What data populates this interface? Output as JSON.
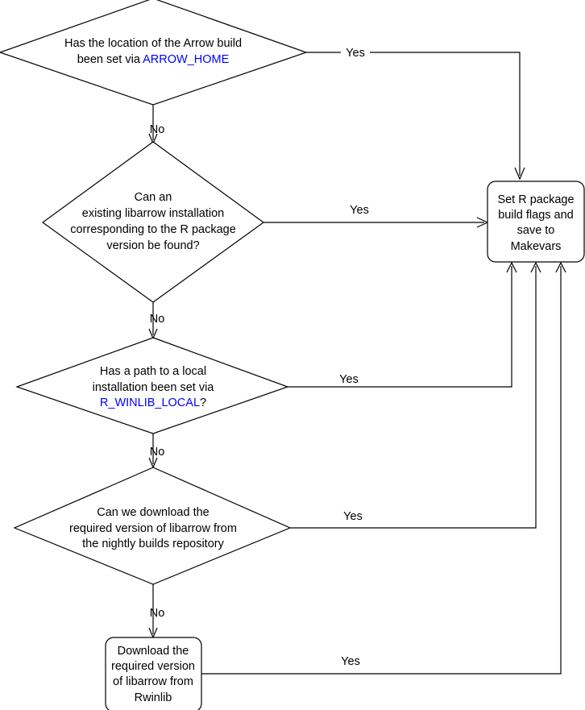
{
  "diagram": {
    "title": "Arrow R package libarrow build resolution flowchart",
    "type": "flowchart",
    "colors": {
      "stroke": "#000000",
      "fill": "#ffffff",
      "link_text": "#0000ff",
      "text": "#000000"
    },
    "nodes": [
      {
        "id": "d1",
        "shape": "diamond",
        "lines": [
          {
            "segments": [
              {
                "text": "Has the location of the Arrow build",
                "style": "plain"
              }
            ]
          },
          {
            "segments": [
              {
                "text": "been set via ",
                "style": "plain"
              },
              {
                "text": "ARROW_HOME",
                "style": "link"
              }
            ]
          }
        ]
      },
      {
        "id": "d2",
        "shape": "diamond",
        "lines": [
          {
            "segments": [
              {
                "text": "Can an",
                "style": "plain"
              }
            ]
          },
          {
            "segments": [
              {
                "text": "existing libarrow installation",
                "style": "plain"
              }
            ]
          },
          {
            "segments": [
              {
                "text": "corresponding to the R package",
                "style": "plain"
              }
            ]
          },
          {
            "segments": [
              {
                "text": "version be found?",
                "style": "plain"
              }
            ]
          }
        ]
      },
      {
        "id": "d3",
        "shape": "diamond",
        "lines": [
          {
            "segments": [
              {
                "text": "Has a path to a local",
                "style": "plain"
              }
            ]
          },
          {
            "segments": [
              {
                "text": "installation been set via",
                "style": "plain"
              }
            ]
          },
          {
            "segments": [
              {
                "text": "R_WINLIB_LOCAL",
                "style": "link"
              },
              {
                "text": "?",
                "style": "plain"
              }
            ]
          }
        ]
      },
      {
        "id": "d4",
        "shape": "diamond",
        "lines": [
          {
            "segments": [
              {
                "text": "Can we download the",
                "style": "plain"
              }
            ]
          },
          {
            "segments": [
              {
                "text": "required version of libarrow from",
                "style": "plain"
              }
            ]
          },
          {
            "segments": [
              {
                "text": "the nightly builds repository",
                "style": "plain"
              }
            ]
          }
        ]
      },
      {
        "id": "p1",
        "shape": "rounded-rect",
        "lines": [
          {
            "segments": [
              {
                "text": "Set R package",
                "style": "plain"
              }
            ]
          },
          {
            "segments": [
              {
                "text": "build flags and",
                "style": "plain"
              }
            ]
          },
          {
            "segments": [
              {
                "text": "save to",
                "style": "plain"
              }
            ]
          },
          {
            "segments": [
              {
                "text": "Makevars",
                "style": "plain"
              }
            ]
          }
        ]
      },
      {
        "id": "p2",
        "shape": "rounded-rect",
        "lines": [
          {
            "segments": [
              {
                "text": "Download the",
                "style": "plain"
              }
            ]
          },
          {
            "segments": [
              {
                "text": "required version",
                "style": "plain"
              }
            ]
          },
          {
            "segments": [
              {
                "text": "of libarrow from",
                "style": "plain"
              }
            ]
          },
          {
            "segments": [
              {
                "text": "Rwinlib",
                "style": "plain"
              }
            ]
          }
        ]
      }
    ],
    "edge_labels": {
      "yes1": "Yes",
      "no1": "No",
      "yes2": "Yes",
      "no2": "No",
      "yes3": "Yes",
      "no3": "No",
      "yes4": "Yes",
      "no4": "No",
      "yes5": "Yes"
    }
  }
}
